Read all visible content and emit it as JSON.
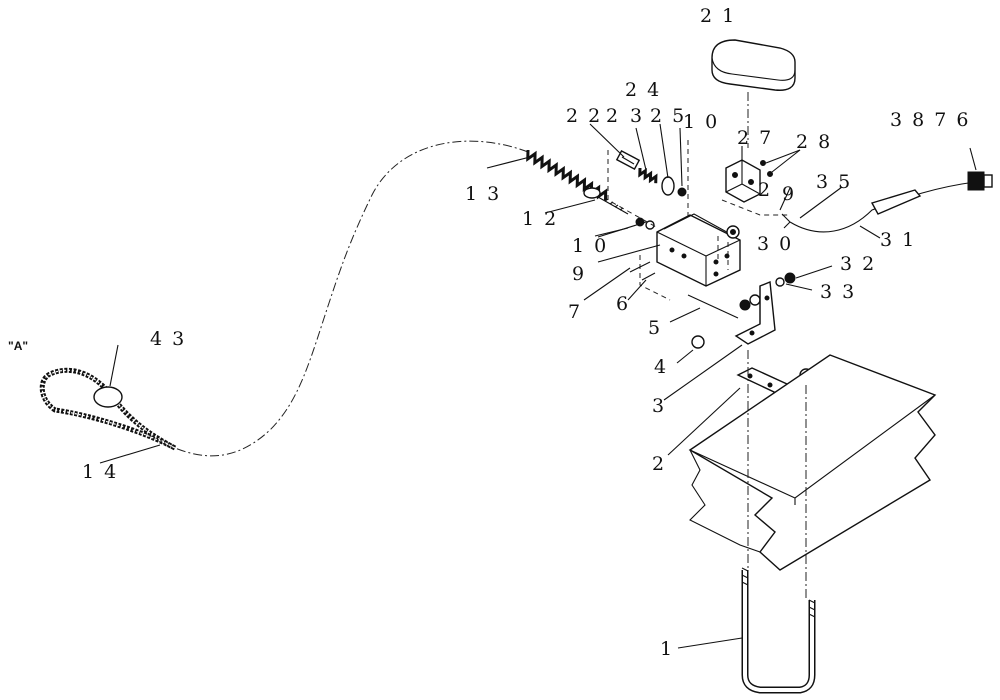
{
  "view_label": "\"A\"",
  "callouts": {
    "c1": "1",
    "c2": "2",
    "c3": "3",
    "c4": "4",
    "c5": "5",
    "c6": "6",
    "c7": "7",
    "c9": "9",
    "c10a": "1 0",
    "c10b": "1 0",
    "c12": "1 2",
    "c13": "1 3",
    "c14": "1 4",
    "c21": "2 1",
    "c22": "2 2",
    "c2b": "2",
    "c23": "3",
    "c24": "2 4",
    "c25": "2 5",
    "c27": "2 7",
    "c28": "2 8",
    "c2c": "2",
    "c29": "9",
    "c30": "3 0",
    "c31": "3 1",
    "c32": "3 2",
    "c33": "3 3",
    "c35": "3 5",
    "c36": "3 8 7 6",
    "c43": "4 3"
  }
}
